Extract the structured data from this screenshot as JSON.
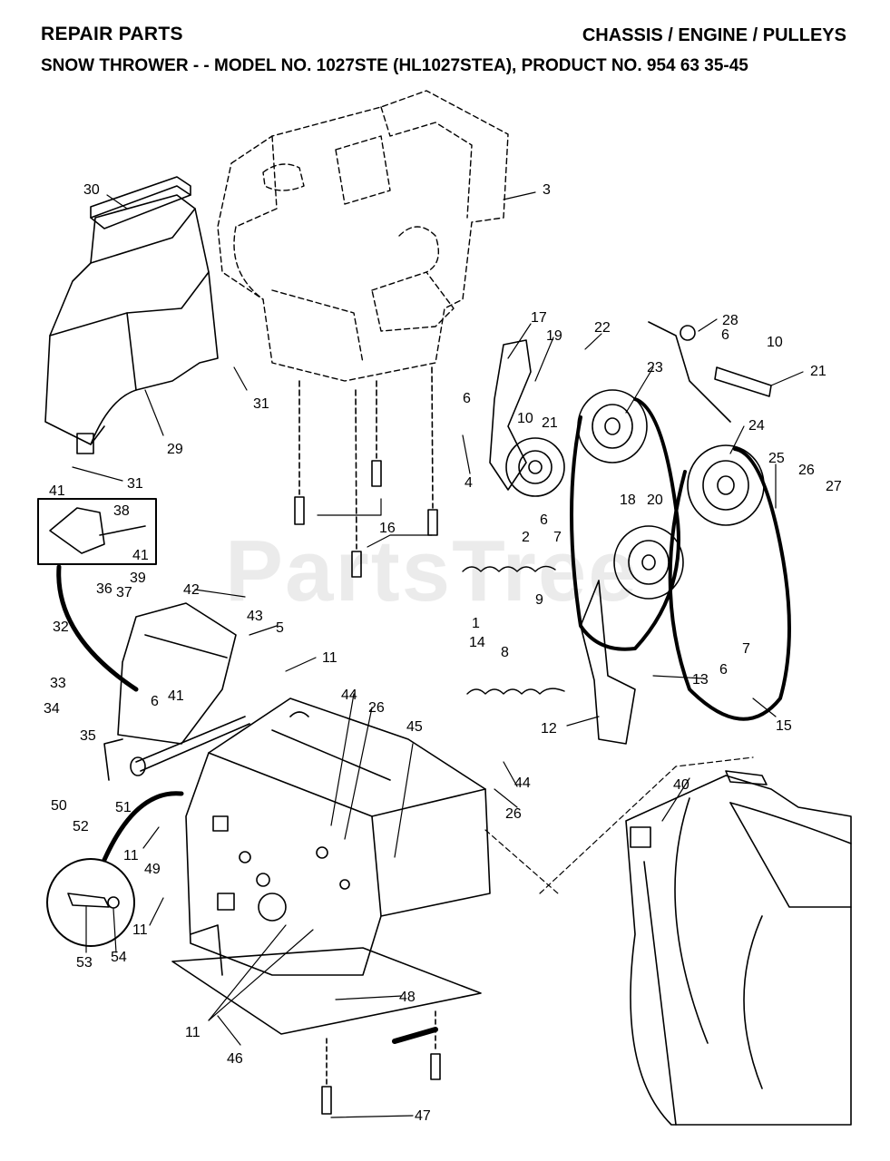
{
  "header": {
    "left_title": "REPAIR PARTS",
    "right_title": "CHASSIS / ENGINE / PULLEYS",
    "subtitle": "SNOW THROWER - - MODEL NO. 1027STE (HL1027STEA), PRODUCT NO. 954 63 35-45"
  },
  "watermark": "PartsTree",
  "callouts": {
    "c30": "30",
    "c3": "3",
    "c31a": "31",
    "c29": "29",
    "c31b": "31",
    "c17": "17",
    "c19": "19",
    "c22": "22",
    "c28": "28",
    "c6a": "6",
    "c10a": "10",
    "c21a": "21",
    "c6b": "6",
    "c10b": "10",
    "c21b": "21",
    "c23": "23",
    "c24": "24",
    "c4": "4",
    "c25": "25",
    "c26a": "26",
    "c27": "27",
    "c18": "18",
    "c20": "20",
    "c6c": "6",
    "c7a": "7",
    "c2": "2",
    "c16": "16",
    "c41a": "41",
    "c38": "38",
    "c41b": "41",
    "c1": "1",
    "c9": "9",
    "c42": "42",
    "c39": "39",
    "c36": "36",
    "c37": "37",
    "c43": "43",
    "c5": "5",
    "c32": "32",
    "c8": "8",
    "c14": "14",
    "c13": "13",
    "c6d": "6",
    "c7b": "7",
    "c11a": "11",
    "c33": "33",
    "c6e": "6",
    "c41c": "41",
    "c44a": "44",
    "c26b": "26",
    "c45": "45",
    "c15": "15",
    "c34": "34",
    "c35": "35",
    "c12": "12",
    "c44b": "44",
    "c40": "40",
    "c26c": "26",
    "c50": "50",
    "c51": "51",
    "c52": "52",
    "c11b": "11",
    "c49": "49",
    "c11c": "11",
    "c53": "53",
    "c54": "54",
    "c48": "48",
    "c11d": "11",
    "c46": "46",
    "c47": "47"
  }
}
